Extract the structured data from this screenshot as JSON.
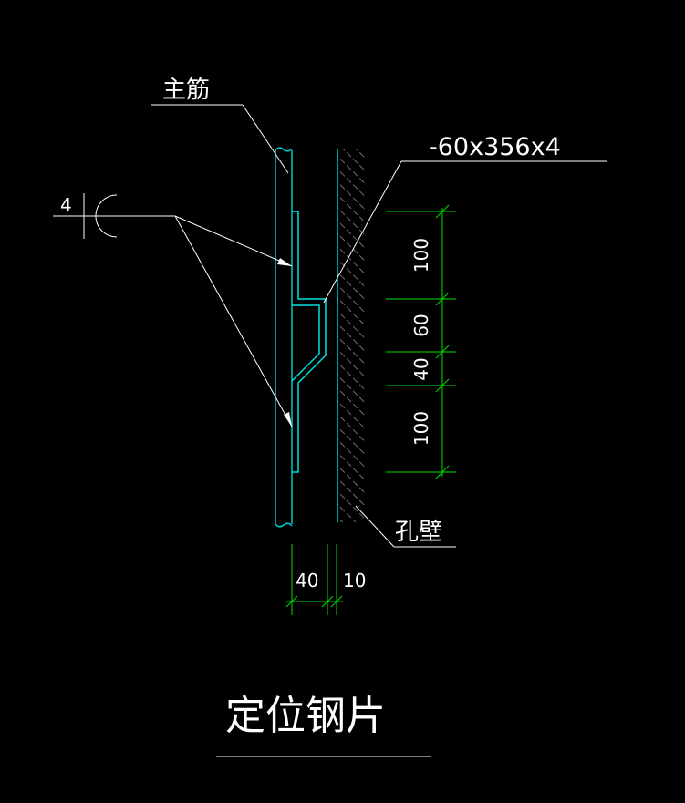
{
  "labels": {
    "main_rebar": "主筋",
    "plate_spec": "-60x356x4",
    "weld_size": "4",
    "hole_wall": "孔壁",
    "title": "定位钢片"
  },
  "dimensions": {
    "vertical": [
      "100",
      "60",
      "40",
      "100"
    ],
    "horizontal": [
      "40",
      "10"
    ]
  },
  "colors": {
    "background": "#000000",
    "rebar": "#00c8c8",
    "plate": "#00e0e0",
    "dimension": "#00e000",
    "leader": "#ffffff",
    "hatch": "#707070"
  }
}
